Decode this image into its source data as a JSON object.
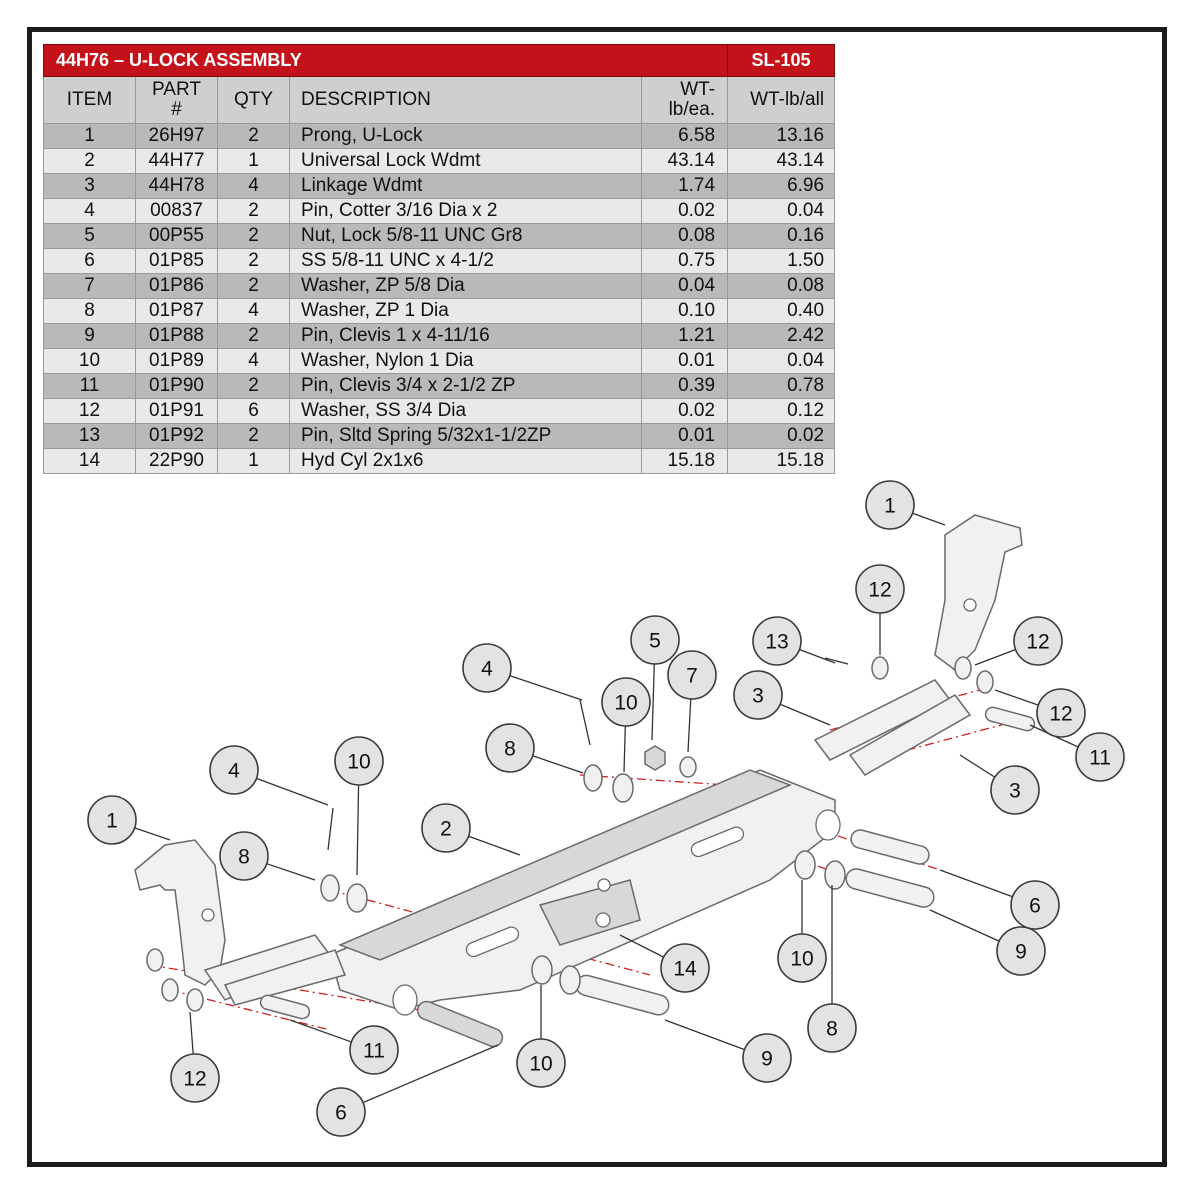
{
  "table": {
    "title": "44H76 – U-LOCK ASSEMBLY",
    "sheet": "SL-105",
    "headers": {
      "item": "ITEM",
      "part_line1": "PART",
      "part_line2": "#",
      "qty": "QTY",
      "description": "DESCRIPTION",
      "wt_each_line1": "WT-",
      "wt_each_line2": "lb/ea.",
      "wt_all": "WT-lb/all"
    },
    "rows": [
      {
        "item": "1",
        "part": "26H97",
        "qty": "2",
        "description": "Prong, U-Lock",
        "wt_each": "6.58",
        "wt_all": "13.16"
      },
      {
        "item": "2",
        "part": "44H77",
        "qty": "1",
        "description": "Universal Lock Wdmt",
        "wt_each": "43.14",
        "wt_all": "43.14"
      },
      {
        "item": "3",
        "part": "44H78",
        "qty": "4",
        "description": "Linkage Wdmt",
        "wt_each": "1.74",
        "wt_all": "6.96"
      },
      {
        "item": "4",
        "part": "00837",
        "qty": "2",
        "description": "Pin, Cotter 3/16 Dia x 2",
        "wt_each": "0.02",
        "wt_all": "0.04"
      },
      {
        "item": "5",
        "part": "00P55",
        "qty": "2",
        "description": "Nut, Lock 5/8-11 UNC Gr8",
        "wt_each": "0.08",
        "wt_all": "0.16"
      },
      {
        "item": "6",
        "part": "01P85",
        "qty": "2",
        "description": "SS 5/8-11 UNC x 4-1/2",
        "wt_each": "0.75",
        "wt_all": "1.50"
      },
      {
        "item": "7",
        "part": "01P86",
        "qty": "2",
        "description": "Washer, ZP 5/8 Dia",
        "wt_each": "0.04",
        "wt_all": "0.08"
      },
      {
        "item": "8",
        "part": "01P87",
        "qty": "4",
        "description": "Washer, ZP 1 Dia",
        "wt_each": "0.10",
        "wt_all": "0.40"
      },
      {
        "item": "9",
        "part": "01P88",
        "qty": "2",
        "description": "Pin, Clevis 1 x 4-11/16",
        "wt_each": "1.21",
        "wt_all": "2.42"
      },
      {
        "item": "10",
        "part": "01P89",
        "qty": "4",
        "description": "Washer, Nylon 1 Dia",
        "wt_each": "0.01",
        "wt_all": "0.04"
      },
      {
        "item": "11",
        "part": "01P90",
        "qty": "2",
        "description": "Pin, Clevis 3/4 x 2-1/2 ZP",
        "wt_each": "0.39",
        "wt_all": "0.78"
      },
      {
        "item": "12",
        "part": "01P91",
        "qty": "6",
        "description": "Washer, SS 3/4 Dia",
        "wt_each": "0.02",
        "wt_all": "0.12"
      },
      {
        "item": "13",
        "part": "01P92",
        "qty": "2",
        "description": "Pin, Sltd Spring 5/32x1-1/2ZP",
        "wt_each": "0.01",
        "wt_all": "0.02"
      },
      {
        "item": "14",
        "part": "22P90",
        "qty": "1",
        "description": "Hyd Cyl 2x1x6",
        "wt_each": "15.18",
        "wt_all": "15.18"
      }
    ]
  },
  "callouts": [
    {
      "label": "1"
    },
    {
      "label": "1"
    },
    {
      "label": "2"
    },
    {
      "label": "3"
    },
    {
      "label": "3"
    },
    {
      "label": "4"
    },
    {
      "label": "4"
    },
    {
      "label": "5"
    },
    {
      "label": "6"
    },
    {
      "label": "6"
    },
    {
      "label": "7"
    },
    {
      "label": "8"
    },
    {
      "label": "8"
    },
    {
      "label": "8"
    },
    {
      "label": "9"
    },
    {
      "label": "9"
    },
    {
      "label": "10"
    },
    {
      "label": "10"
    },
    {
      "label": "10"
    },
    {
      "label": "10"
    },
    {
      "label": "11"
    },
    {
      "label": "11"
    },
    {
      "label": "12"
    },
    {
      "label": "12"
    },
    {
      "label": "12"
    },
    {
      "label": "12"
    },
    {
      "label": "13"
    },
    {
      "label": "14"
    }
  ],
  "colors": {
    "title_bar": "#c4121a",
    "centerline": "#d02020",
    "row_dark": "#b9b9b9",
    "row_light": "#e9e9e9"
  }
}
